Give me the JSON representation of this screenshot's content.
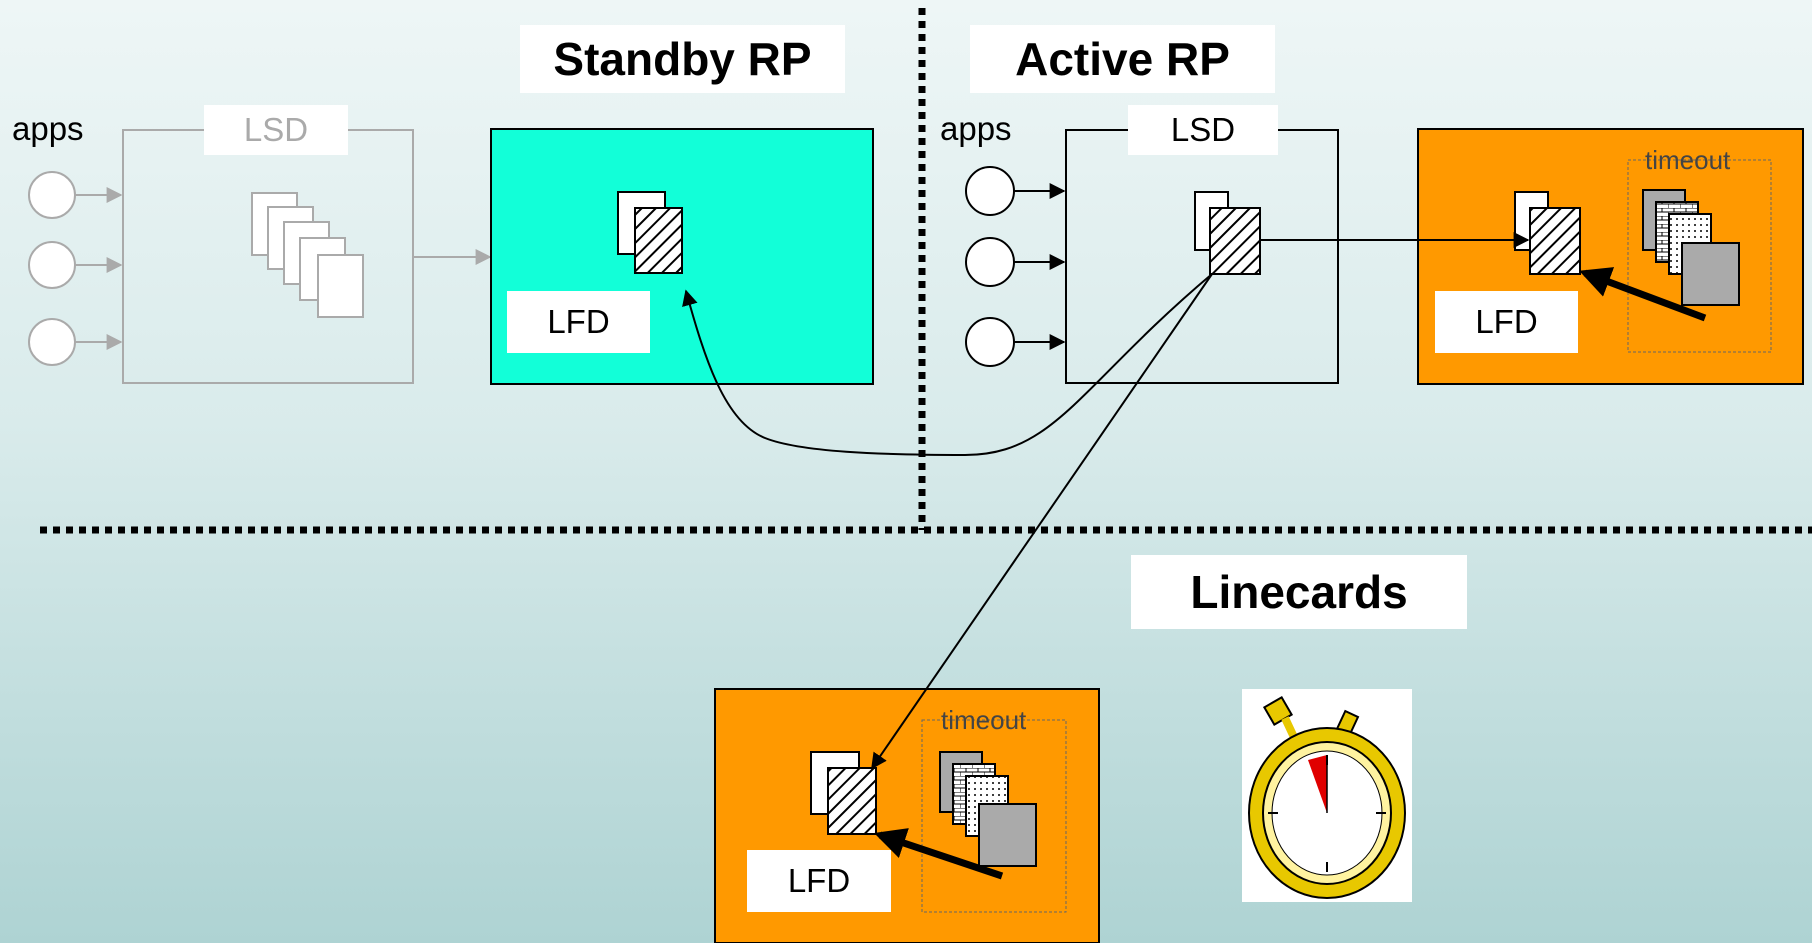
{
  "labels": {
    "standby_rp": "Standby RP",
    "active_rp": "Active RP",
    "linecards": "Linecards",
    "apps_faded": "apps",
    "apps_active": "apps",
    "lsd_faded": "LSD",
    "lsd_active": "LSD",
    "lfd_standby": "LFD",
    "lfd_active_card": "LFD",
    "lfd_linecard": "LFD",
    "timeout_active_card": "timeout",
    "timeout_linecard": "timeout"
  },
  "colors": {
    "standby_fill": "#12ffd8",
    "lfd_card_fill": "#ff9900",
    "faded_stroke": "#aaaaaa"
  },
  "icons": {
    "stopwatch": "stopwatch-icon"
  }
}
